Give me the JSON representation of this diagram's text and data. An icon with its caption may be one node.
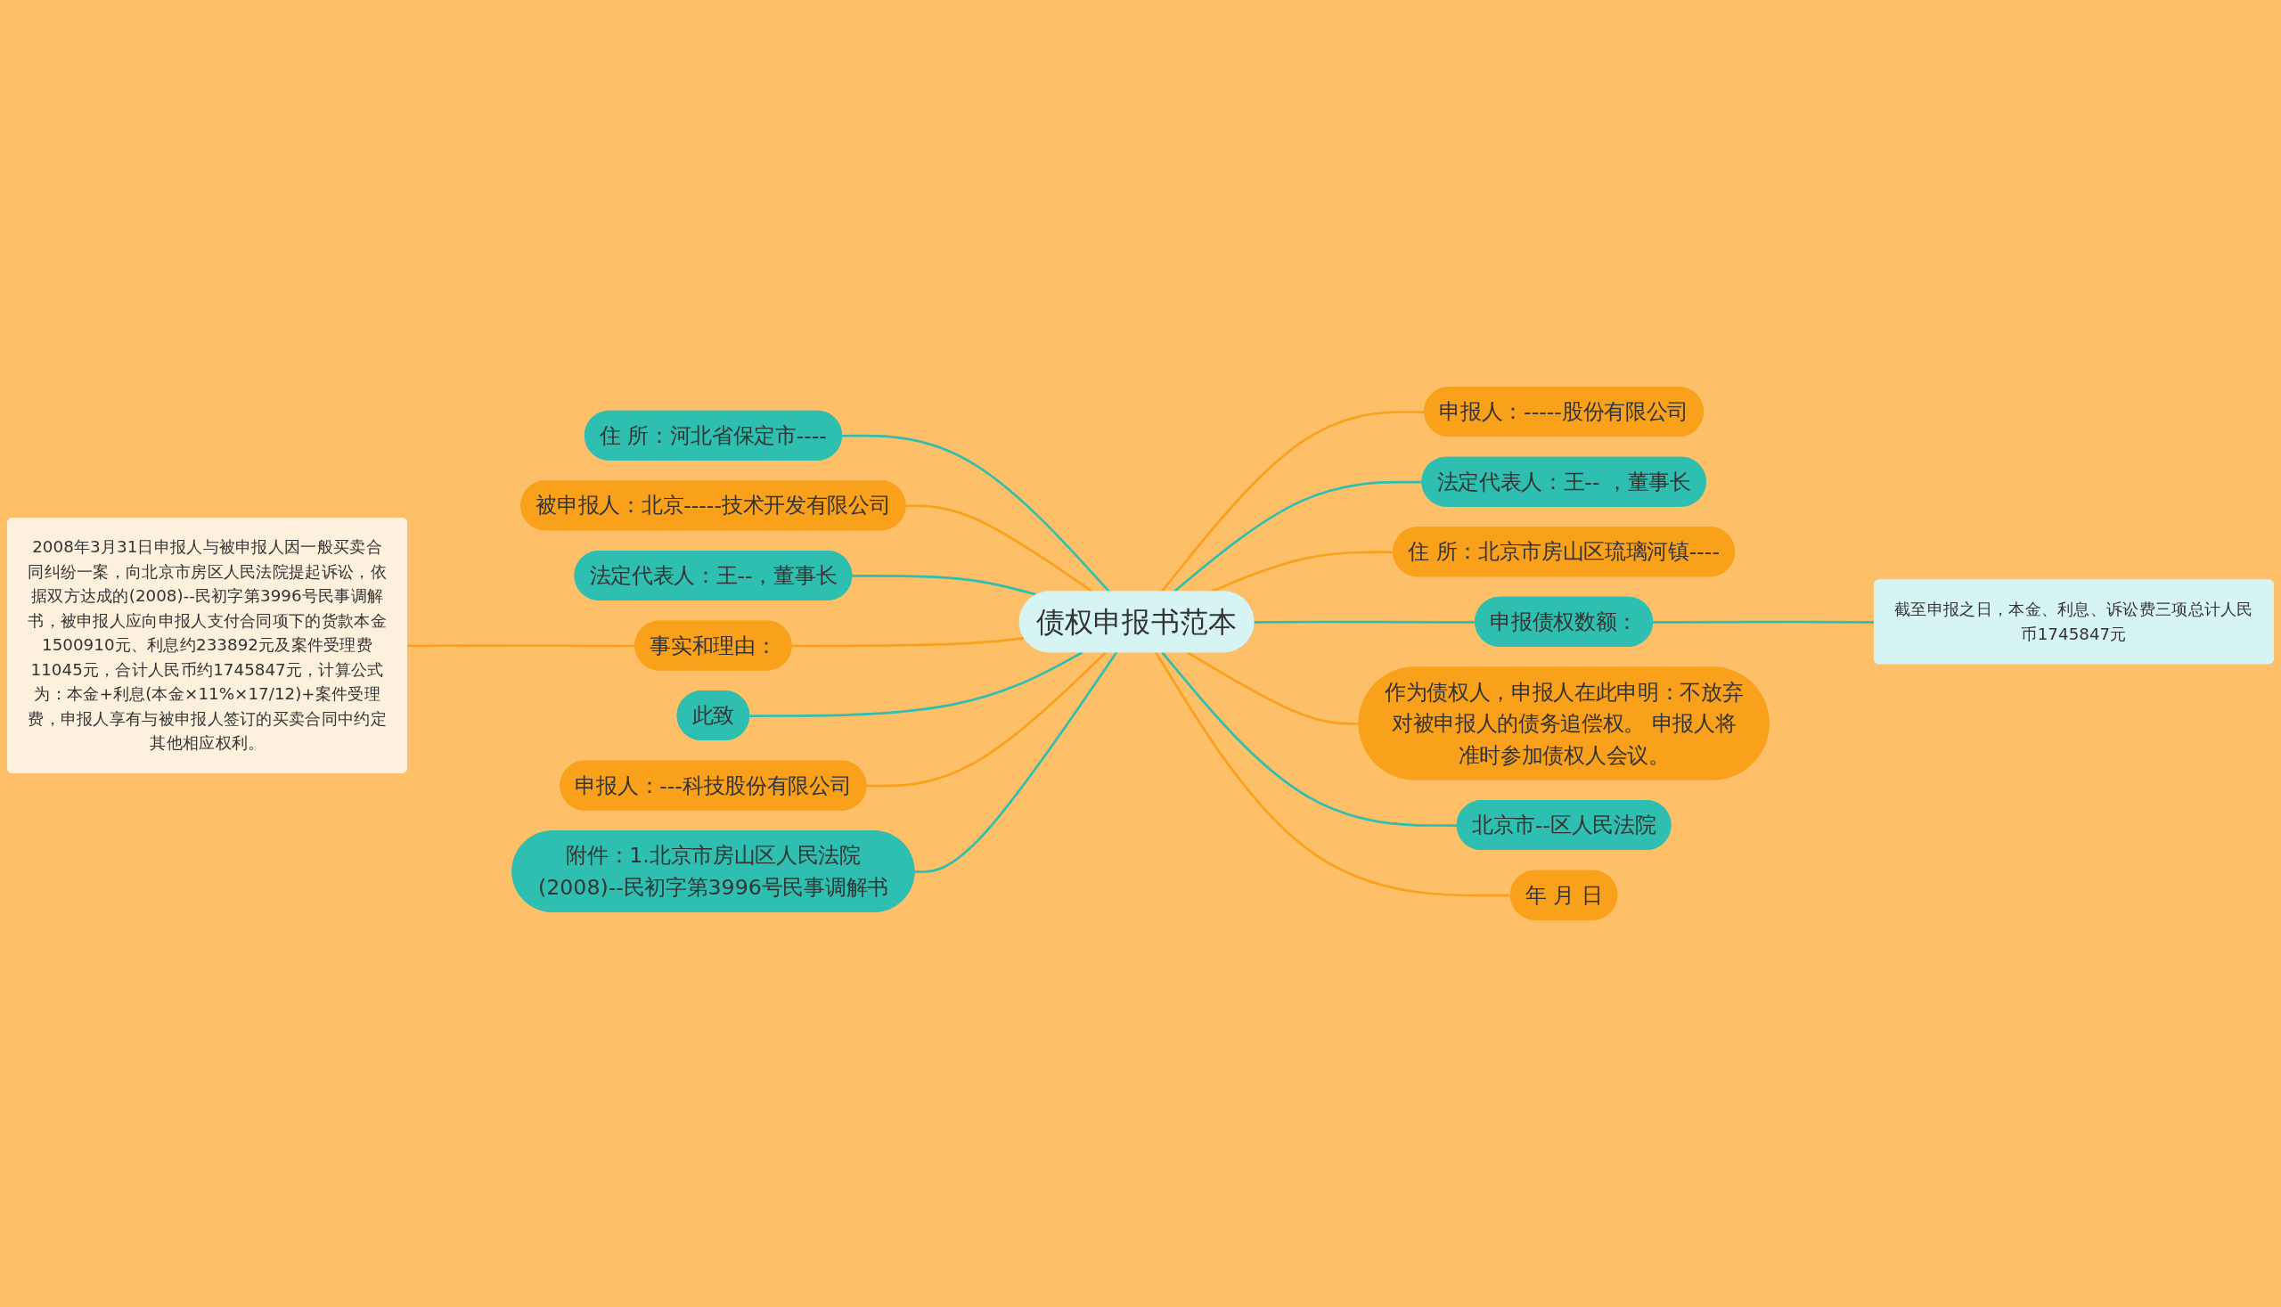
{
  "diagram": {
    "nodes": [
      {
        "text": [
          "债权申报书范本"
        ]
      },
      {
        "text": [
          "住 所：河北省保定市----"
        ]
      },
      {
        "text": [
          "被申报人：北京-----技术开发有限公司"
        ]
      },
      {
        "text": [
          "法定代表人：王--，董事长"
        ]
      },
      {
        "text": [
          "事实和理由："
        ]
      },
      {
        "text": [
          "2008年3月31日申报人与被申报人因一般买卖合同纠纷一案，向北京市房区人民法院提起诉讼，依据双方达成的(2008)--民初字第3996号民事调解书，被申报人应向申报人支付合同项下的货款本金1500910元、利息约233892元及案件受理费11045元，合计人民币约1745847元，计算公式为：本金+利息(本金×11%×17/12)+案件受理费，申报人享有与被申报人签订的买卖合同中约定其他相应权利。"
        ]
      },
      {
        "text": [
          "此致"
        ]
      },
      {
        "text": [
          "申报人：---科技股份有限公司"
        ]
      },
      {
        "text": [
          "附件：1.北京市房山区人民法院(2008)--民初字第3996号民事调解书"
        ]
      },
      {
        "text": [
          "申报人：-----股份有限公司"
        ]
      },
      {
        "text": [
          "法定代表人：王-- ，董事长"
        ]
      },
      {
        "text": [
          "住 所：北京市房山区琉璃河镇----"
        ]
      },
      {
        "text": [
          "申报债权数额："
        ]
      },
      {
        "text": [
          "截至申报之日，本金、利息、诉讼费三项总计人民币1745847元"
        ]
      },
      {
        "text": [
          "作为债权人，申报人在此申明：不放弃对被申报人的债务追偿权。 申报人将准时参加债权人会议。"
        ]
      },
      {
        "text": [
          "北京市--区人民法院"
        ]
      },
      {
        "text": [
          "年 月 日"
        ]
      }
    ],
    "edges": [
      {
        "from": 1,
        "to": 0,
        "arrow": "none",
        "color": "#2ebfb1"
      },
      {
        "from": 2,
        "to": 0,
        "arrow": "none",
        "color": "#f9a11b"
      },
      {
        "from": 3,
        "to": 0,
        "arrow": "none",
        "color": "#2ebfb1"
      },
      {
        "from": 5,
        "to": 4,
        "arrow": "none",
        "color": "#f9a11b"
      },
      {
        "from": 4,
        "to": 0,
        "arrow": "none",
        "color": "#f9a11b"
      },
      {
        "from": 6,
        "to": 0,
        "arrow": "none",
        "color": "#2ebfb1"
      },
      {
        "from": 7,
        "to": 0,
        "arrow": "none",
        "color": "#f9a11b"
      },
      {
        "from": 8,
        "to": 0,
        "arrow": "none",
        "color": "#2ebfb1"
      },
      {
        "from": 0,
        "to": 9,
        "arrow": "none",
        "color": "#f9a11b"
      },
      {
        "from": 0,
        "to": 10,
        "arrow": "none",
        "color": "#2ebfb1"
      },
      {
        "from": 0,
        "to": 11,
        "arrow": "none",
        "color": "#f9a11b"
      },
      {
        "from": 0,
        "to": 12,
        "arrow": "none",
        "color": "#2ebfb1"
      },
      {
        "from": 12,
        "to": 13,
        "arrow": "none",
        "color": "#2ebfb1"
      },
      {
        "from": 0,
        "to": 14,
        "arrow": "none",
        "color": "#f9a11b"
      },
      {
        "from": 0,
        "to": 15,
        "arrow": "none",
        "color": "#2ebfb1"
      },
      {
        "from": 0,
        "to": 16,
        "arrow": "none",
        "color": "#f9a11b"
      }
    ]
  }
}
